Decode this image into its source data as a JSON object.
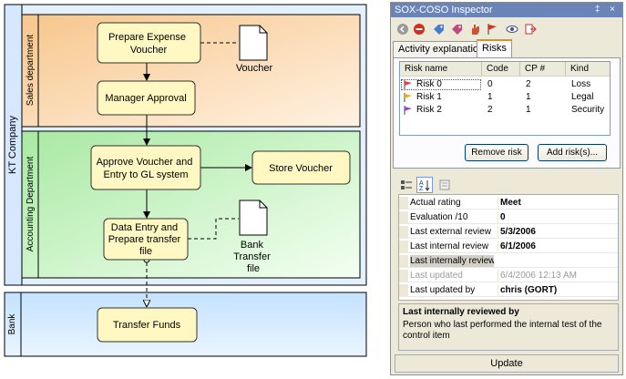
{
  "colors": {
    "pool_fill": "#ddeeff",
    "sales_lane": "#fbd9b0",
    "accounting_lane": "#c8f2c4",
    "bank_lane": "#d6eaff",
    "task_fill": "#fef9c8",
    "task_border": "#333333",
    "inspector_title": "#6b84b8"
  },
  "diagram": {
    "pool_label": "KT Company",
    "lanes": {
      "sales": "Sales department",
      "accounting": "Accounting Department",
      "bank": "Bank"
    },
    "tasks": {
      "prepare_voucher": [
        "Prepare Expense",
        "Voucher"
      ],
      "manager_approval": [
        "Manager Approval"
      ],
      "approve_voucher": [
        "Approve Voucher and",
        "Entry to GL system"
      ],
      "store_voucher": [
        "Store Voucher"
      ],
      "data_entry": [
        "Data Entry and",
        "Prepare transfer",
        "file"
      ],
      "transfer_funds": [
        "Transfer Funds"
      ]
    },
    "documents": {
      "voucher": [
        "Voucher"
      ],
      "bank_file": [
        "Bank",
        "Transfer",
        "file"
      ]
    }
  },
  "inspector": {
    "title": "SOX-COSO Inspector",
    "title_buttons": "‡ ×",
    "toolbar": [
      {
        "icon": "back-icon",
        "color": "#9a9a9a"
      },
      {
        "icon": "remove-icon",
        "color": "#d03020"
      },
      {
        "icon": "tag-icon",
        "color": "#4a7bd0"
      },
      {
        "icon": "tag-icon",
        "color": "#c04a80"
      },
      {
        "icon": "hand-icon",
        "color": "#d05030"
      },
      {
        "icon": "flag-icon",
        "color": "#d03020"
      },
      {
        "icon": "eye-icon",
        "color": "#4a4a8a"
      },
      {
        "icon": "exit-icon",
        "color": "#c03030"
      }
    ],
    "tabs": [
      "Activity explanation",
      "Risks"
    ],
    "active_tab": 1,
    "risks": {
      "columns": [
        "Risk name",
        "Code",
        "CP #",
        "Kind"
      ],
      "rows": [
        {
          "name": "Risk 0",
          "code": "0",
          "cp": "2",
          "kind": "Loss",
          "flag_color": "#e04040"
        },
        {
          "name": "Risk 1",
          "code": "1",
          "cp": "1",
          "kind": "Legal",
          "flag_color": "#e8b020"
        },
        {
          "name": "Risk 2",
          "code": "2",
          "cp": "1",
          "kind": "Security",
          "flag_color": "#9050c0"
        }
      ],
      "remove_button": "Remove risk",
      "add_button": "Add risk(s)..."
    },
    "properties": [
      {
        "key": "Actual rating",
        "value": "Meet",
        "state": "normal"
      },
      {
        "key": "Evaluation /10",
        "value": "0",
        "state": "normal"
      },
      {
        "key": "Last external review",
        "value": "5/3/2006",
        "state": "normal"
      },
      {
        "key": "Last internal review",
        "value": "6/1/2006",
        "state": "normal"
      },
      {
        "key": "Last internally reviewe",
        "value": "",
        "state": "selected"
      },
      {
        "key": "Last updated",
        "value": "6/4/2006 12:13 AM",
        "state": "disabled"
      },
      {
        "key": "Last updated by",
        "value": "chris (GORT)",
        "state": "normal"
      }
    ],
    "description": {
      "title": "Last internally reviewed by",
      "text": "Person who last performed the internal test of the control item"
    },
    "update_button": "Update"
  }
}
